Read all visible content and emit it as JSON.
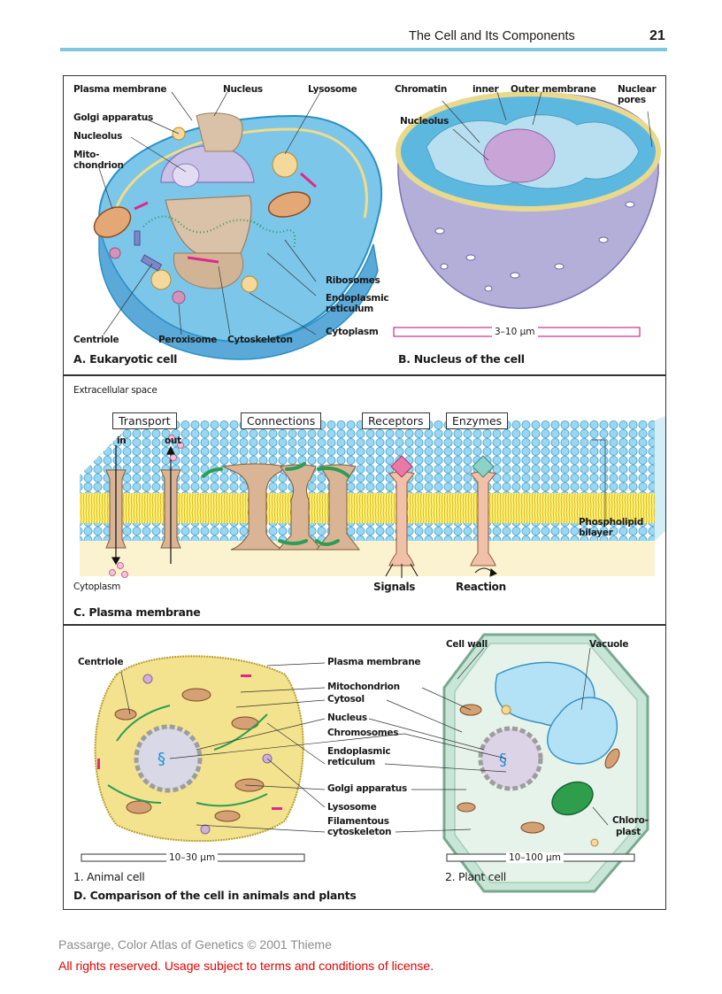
{
  "header": {
    "title": "The Cell and Its Components",
    "page_number": "21"
  },
  "panel_ab": {
    "a_labels": {
      "plasma_membrane": "Plasma membrane",
      "nucleus": "Nucleus",
      "lysosome": "Lysosome",
      "golgi": "Golgi apparatus",
      "nucleolus": "Nucleolus",
      "mito_1": "Mito-",
      "mito_2": "chondrion",
      "ribosomes": "Ribosomes",
      "er_1": "Endoplasmic",
      "er_2": "reticulum",
      "cytoplasm": "Cytoplasm",
      "centriole": "Centriole",
      "peroxisome": "Peroxisome",
      "cytoskeleton": "Cytoskeleton"
    },
    "b_labels": {
      "chromatin": "Chromatin",
      "inner": "inner",
      "outer": "Outer membrane",
      "pores_1": "Nuclear",
      "pores_2": "pores",
      "nucleolus": "Nucleolus",
      "scale": "3–10 µm"
    },
    "caption_a": "A. Eukaryotic cell",
    "caption_b": "B. Nucleus of the cell"
  },
  "panel_c": {
    "extracellular": "Extracellular space",
    "transport": "Transport",
    "in": "in",
    "out": "out",
    "connections": "Connections",
    "receptors": "Receptors",
    "enzymes": "Enzymes",
    "bilayer_1": "Phospholipid",
    "bilayer_2": "bilayer",
    "cytoplasm": "Cytoplasm",
    "signals": "Signals",
    "reaction": "Reaction",
    "caption": "C. Plasma membrane"
  },
  "panel_d": {
    "centriole": "Centriole",
    "plasma_membrane": "Plasma membrane",
    "mitochondrion": "Mitochondrion",
    "cytosol": "Cytosol",
    "nucleus": "Nucleus",
    "chromosomes": "Chromosomes",
    "er_1": "Endoplasmic",
    "er_2": "reticulum",
    "golgi": "Golgi apparatus",
    "lysosome": "Lysosome",
    "filament_1": "Filamentous",
    "filament_2": "cytoskeleton",
    "cell_wall": "Cell wall",
    "vacuole": "Vacuole",
    "chloro_1": "Chloro-",
    "chloro_2": "plast",
    "scale_animal": "10–30 µm",
    "scale_plant": "10–100 µm",
    "animal_caption": "1. Animal cell",
    "plant_caption": "2. Plant cell",
    "caption": "D. Comparison of the cell in animals and plants"
  },
  "footer": {
    "line1": "Passarge, Color Atlas of Genetics © 2001 Thieme",
    "line2": "All rights reserved. Usage subject to terms and conditions of license."
  }
}
